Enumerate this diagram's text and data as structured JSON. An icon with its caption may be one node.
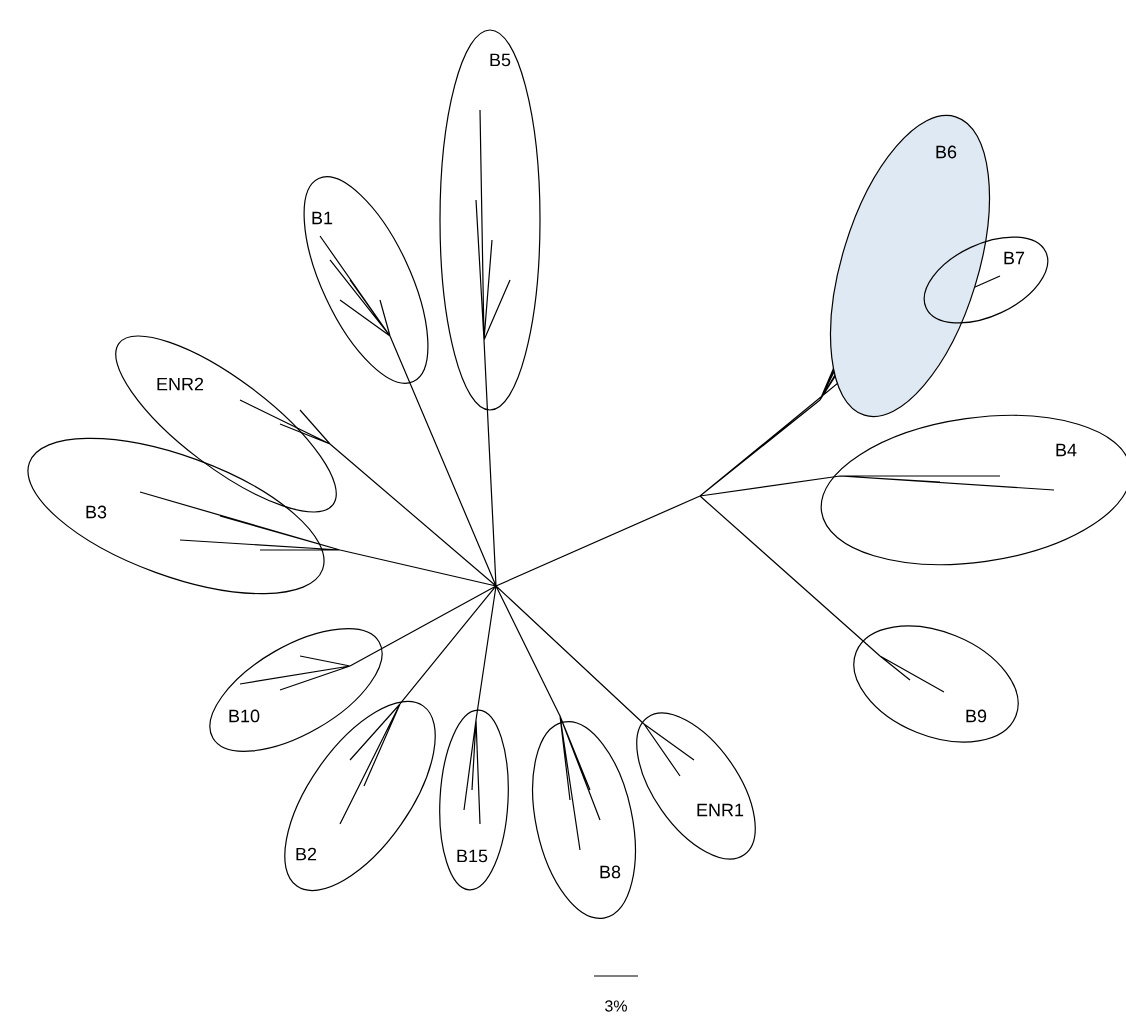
{
  "diagram": {
    "nodes": [
      {
        "text": [
          "B5"
        ]
      },
      {
        "text": [
          "B6"
        ]
      },
      {
        "text": [
          "B1"
        ]
      },
      {
        "text": [
          "B7"
        ]
      },
      {
        "text": [
          "ENR2"
        ]
      },
      {
        "text": [
          "B4"
        ]
      },
      {
        "text": [
          "B3"
        ]
      },
      {
        "text": [
          "B10"
        ]
      },
      {
        "text": [
          "B9"
        ]
      },
      {
        "text": [
          "ENR1"
        ]
      },
      {
        "text": [
          "B2"
        ]
      },
      {
        "text": [
          "B15"
        ]
      },
      {
        "text": [
          "B8"
        ]
      }
    ],
    "labels": [
      "3%"
    ]
  }
}
